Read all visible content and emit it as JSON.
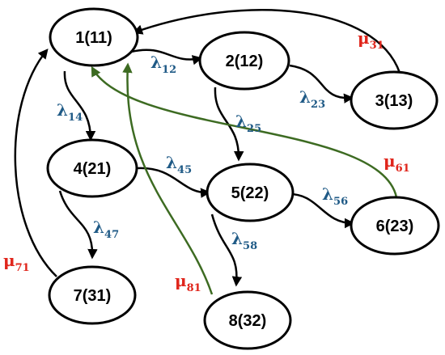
{
  "diagram": {
    "colors": {
      "node_stroke": "#000000",
      "transition_forward": "#000000",
      "transition_return": "#3d6b22",
      "lambda_text": "#1f5a86",
      "mu_text": "#e0261c"
    },
    "nodes": [
      {
        "id": "n1",
        "label": "1(11)"
      },
      {
        "id": "n2",
        "label": "2(12)"
      },
      {
        "id": "n3",
        "label": "3(13)"
      },
      {
        "id": "n4",
        "label": "4(21)"
      },
      {
        "id": "n5",
        "label": "5(22)"
      },
      {
        "id": "n6",
        "label": "6(23)"
      },
      {
        "id": "n7",
        "label": "7(31)"
      },
      {
        "id": "n8",
        "label": "8(32)"
      }
    ],
    "rates": {
      "l12": {
        "sym": "λ",
        "sub": "12"
      },
      "l23": {
        "sym": "λ",
        "sub": "23"
      },
      "l14": {
        "sym": "λ",
        "sub": "14"
      },
      "l25": {
        "sym": "λ",
        "sub": "25"
      },
      "l45": {
        "sym": "λ",
        "sub": "45"
      },
      "l47": {
        "sym": "λ",
        "sub": "47"
      },
      "l56": {
        "sym": "λ",
        "sub": "56"
      },
      "l58": {
        "sym": "λ",
        "sub": "58"
      },
      "m31": {
        "sym": "μ",
        "sub": "31"
      },
      "m61": {
        "sym": "μ",
        "sub": "61"
      },
      "m71": {
        "sym": "μ",
        "sub": "71"
      },
      "m81": {
        "sym": "μ",
        "sub": "81"
      }
    }
  }
}
